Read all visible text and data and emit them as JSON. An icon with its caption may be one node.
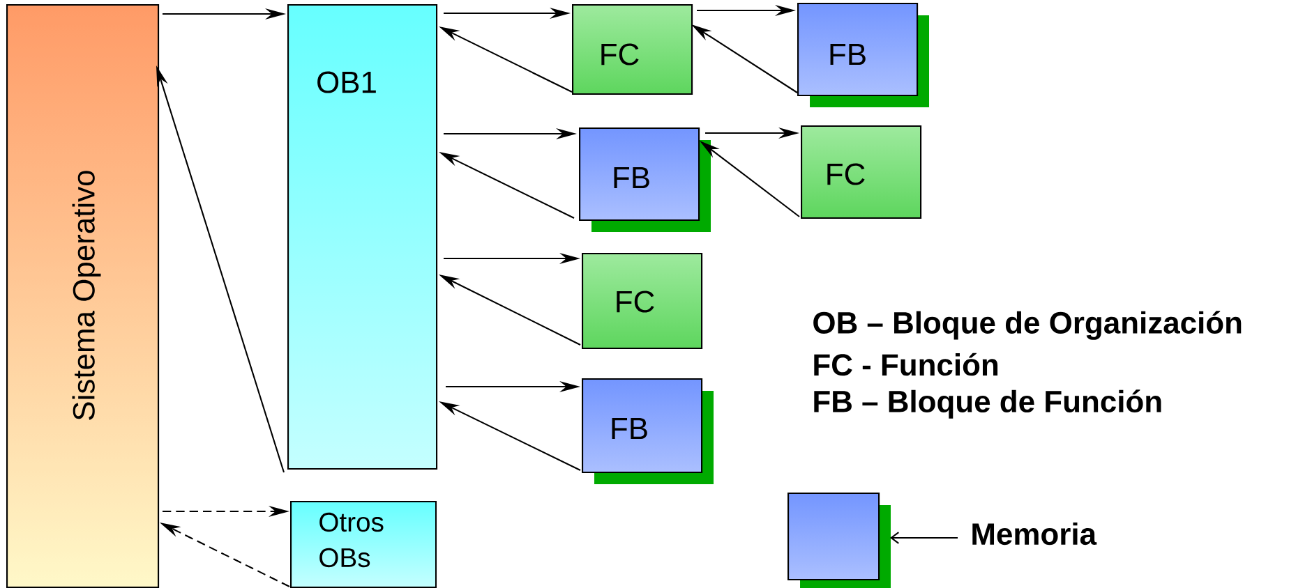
{
  "diagram": {
    "nodes": [
      {
        "text": [
          "Sistema Operativo"
        ]
      },
      {
        "text": [
          "OB1"
        ]
      },
      {
        "text": [
          "FC"
        ]
      },
      {
        "text": [
          "FB"
        ]
      },
      {
        "text": [
          "FB"
        ]
      },
      {
        "text": [
          "FC"
        ]
      },
      {
        "text": [
          "FC"
        ]
      },
      {
        "text": [
          "FB"
        ]
      },
      {
        "text": [
          "Otros OBs"
        ]
      },
      {
        "text": [],
        "shape": "box"
      },
      {
        "text": [
          "Memoria"
        ]
      }
    ],
    "edges": [
      {
        "from": 0,
        "to": 1,
        "arrow": "to"
      },
      {
        "from": 1,
        "to": 0,
        "arrow": "to"
      },
      {
        "from": 1,
        "to": 2,
        "arrow": "to"
      },
      {
        "from": 2,
        "to": 1,
        "arrow": "to"
      },
      {
        "from": 2,
        "to": 3,
        "arrow": "to"
      },
      {
        "from": 3,
        "to": 2,
        "arrow": "to"
      },
      {
        "from": 1,
        "to": 4,
        "arrow": "to"
      },
      {
        "from": 4,
        "to": 1,
        "arrow": "to"
      },
      {
        "from": 4,
        "to": 5,
        "arrow": "to"
      },
      {
        "from": 5,
        "to": 4,
        "arrow": "to"
      },
      {
        "from": 1,
        "to": 6,
        "arrow": "to"
      },
      {
        "from": 6,
        "to": 1,
        "arrow": "to"
      },
      {
        "from": 1,
        "to": 7,
        "arrow": "to"
      },
      {
        "from": 7,
        "to": 1,
        "arrow": "to"
      },
      {
        "from": 0,
        "to": 8,
        "arrow": "to",
        "style": "dashed"
      },
      {
        "from": 8,
        "to": 0,
        "arrow": "to",
        "style": "dashed"
      },
      {
        "from": 10,
        "to": 9,
        "arrow": "to"
      }
    ],
    "labels": [
      "OB – Bloque de Organización",
      "FC - Función",
      "FB – Bloque de Función"
    ]
  }
}
